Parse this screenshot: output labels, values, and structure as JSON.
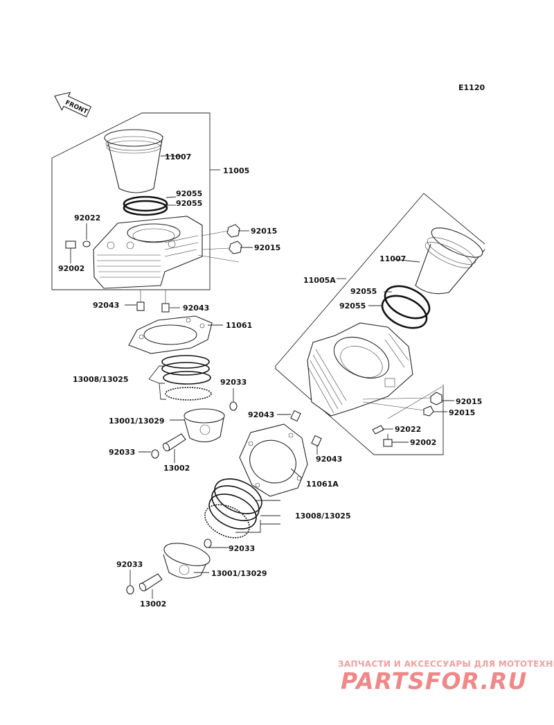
{
  "diagram_code": "E1120",
  "front_label": "FRONT",
  "labels": {
    "p11007_a": "11007",
    "p11005": "11005",
    "p92055_a1": "92055",
    "p92055_a2": "92055",
    "p92022_a": "92022",
    "p92002_a": "92002",
    "p92015_a1": "92015",
    "p92015_a2": "92015",
    "p92043_a1": "92043",
    "p92043_a2": "92043",
    "p11061": "11061",
    "p13008_a": "13008/13025",
    "p92033_a1": "92033",
    "p13001_a": "13001/13029",
    "p92033_a2": "92033",
    "p13002_a": "13002",
    "p11007_b": "11007",
    "p11005A": "11005A",
    "p92055_b1": "92055",
    "p92055_b2": "92055",
    "p92015_b1": "92015",
    "p92015_b2": "92015",
    "p92022_b": "92022",
    "p92002_b": "92002",
    "p92043_b1": "92043",
    "p92043_b2": "92043",
    "p11061A": "11061A",
    "p13008_b": "13008/13025",
    "p92033_b1": "92033",
    "p92033_b2": "92033",
    "p13001_b": "13001/13029",
    "p13002_b": "13002"
  },
  "watermark": {
    "subtitle": "ЗАПЧАСТИ И АКСЕССУАРЫ ДЛЯ МОТОТЕХНИКИ",
    "brand": "PARTSFOR.RU"
  }
}
